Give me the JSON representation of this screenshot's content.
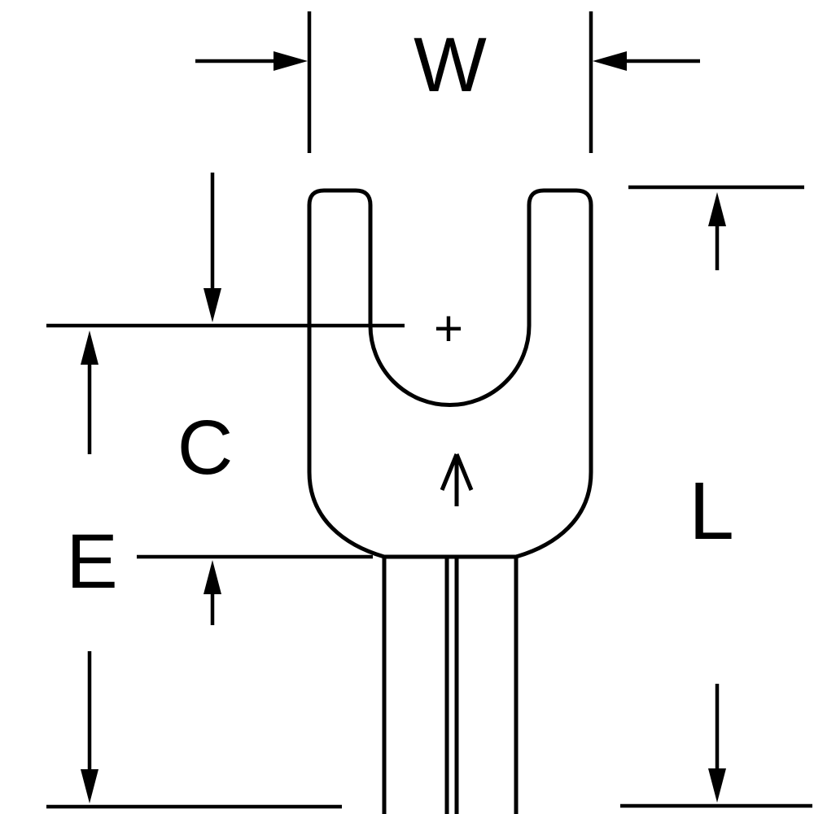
{
  "diagram": {
    "background_color": "#ffffff",
    "line_color": "#000000",
    "labels": {
      "w": "W",
      "c": "C",
      "e": "E",
      "l": "L"
    },
    "symbols": {
      "center_mark": "+"
    }
  }
}
